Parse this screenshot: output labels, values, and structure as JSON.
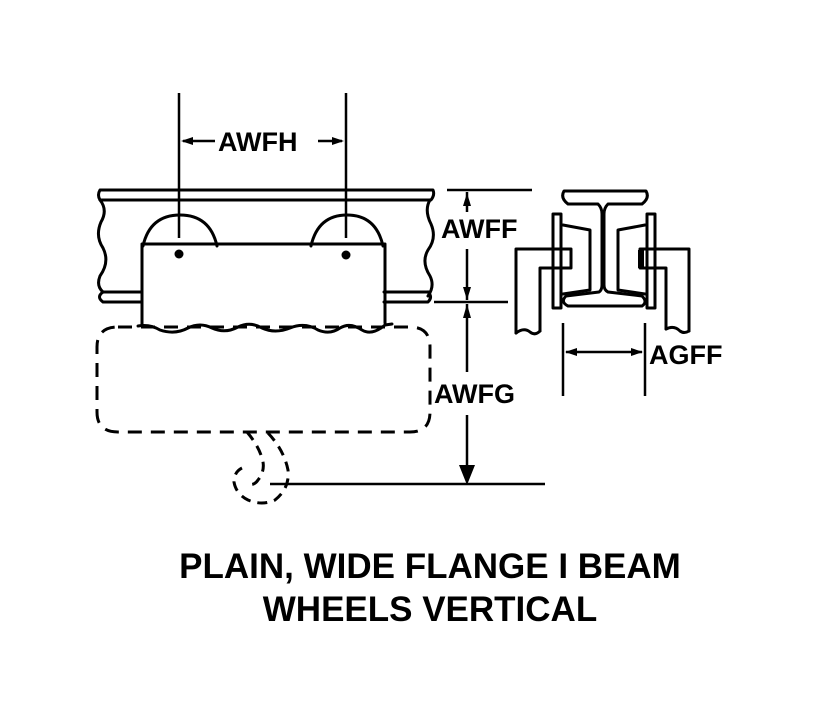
{
  "diagram": {
    "title_line1": "PLAIN, WIDE FLANGE I BEAM",
    "title_line2": "WHEELS VERTICAL",
    "dimensions": {
      "wheel_spacing": "AWFH",
      "flange_height": "AWFF",
      "hook_drop": "AWFG",
      "flange_gap": "AGFF"
    },
    "colors": {
      "line": "#000000",
      "background": "#ffffff"
    }
  }
}
